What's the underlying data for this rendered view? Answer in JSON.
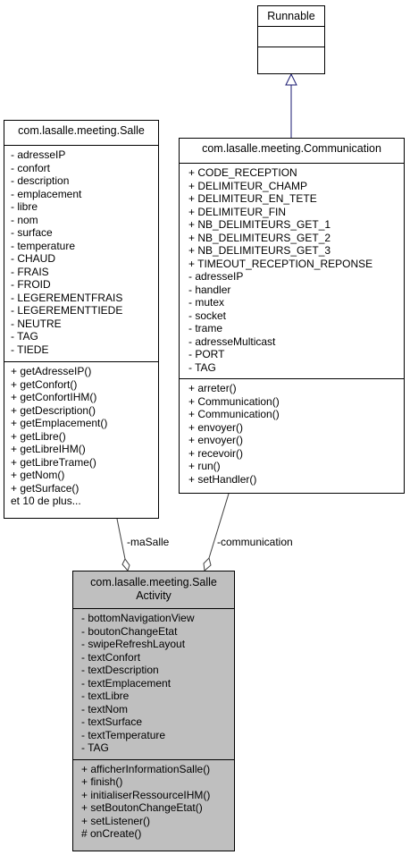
{
  "runnable": {
    "title": "Runnable"
  },
  "salle": {
    "title": "com.lasalle.meeting.Salle",
    "attributes": [
      "- adresseIP",
      "- confort",
      "- description",
      "- emplacement",
      "- libre",
      "- nom",
      "- surface",
      "- temperature",
      "- CHAUD",
      "- FRAIS",
      "- FROID",
      "- LEGEREMENTFRAIS",
      "- LEGEREMENTTIEDE",
      "- NEUTRE",
      "- TAG",
      "- TIEDE"
    ],
    "methods": [
      "+ getAdresseIP()",
      "+ getConfort()",
      "+ getConfortIHM()",
      "+ getDescription()",
      "+ getEmplacement()",
      "+ getLibre()",
      "+ getLibreIHM()",
      "+ getLibreTrame()",
      "+ getNom()",
      "+ getSurface()",
      "et 10 de plus..."
    ]
  },
  "communication": {
    "title": "com.lasalle.meeting.Communication",
    "attributes": [
      "+ CODE_RECEPTION",
      "+ DELIMITEUR_CHAMP",
      "+ DELIMITEUR_EN_TETE",
      "+ DELIMITEUR_FIN",
      "+ NB_DELIMITEURS_GET_1",
      "+ NB_DELIMITEURS_GET_2",
      "+ NB_DELIMITEURS_GET_3",
      "+ TIMEOUT_RECEPTION_REPONSE",
      "- adresseIP",
      "- handler",
      "- mutex",
      "- socket",
      "- trame",
      "- adresseMulticast",
      "- PORT",
      "- TAG"
    ],
    "methods": [
      "+ arreter()",
      "+ Communication()",
      "+ Communication()",
      "+ envoyer()",
      "+ envoyer()",
      "+ recevoir()",
      "+ run()",
      "+ setHandler()"
    ]
  },
  "activity": {
    "title_line1": "com.lasalle.meeting.Salle",
    "title_line2": "Activity",
    "attributes": [
      "- bottomNavigationView",
      "- boutonChangeEtat",
      "- swipeRefreshLayout",
      "- textConfort",
      "- textDescription",
      "- textEmplacement",
      "- textLibre",
      "- textNom",
      "- textSurface",
      "- textTemperature",
      "- TAG"
    ],
    "methods": [
      "+ afficherInformationSalle()",
      "+ finish()",
      "+ initialiserRessourceIHM()",
      "+ setBoutonChangeEtat()",
      "+ setListener()",
      "# onCreate()"
    ]
  },
  "relations": {
    "masalle_label": "-maSalle",
    "communication_label": "-communication"
  },
  "colors": {
    "inheritance_arrow": "#191970",
    "association_line": "#404040",
    "highlight_fill": "#bfbfbf"
  }
}
